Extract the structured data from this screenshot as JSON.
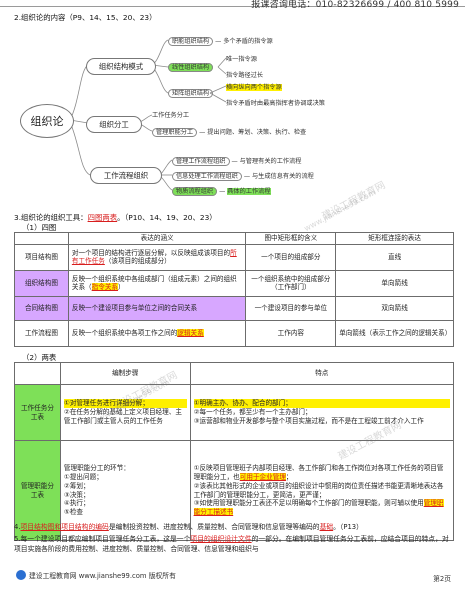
{
  "header": {
    "hotline": "报课咨询电话：010-82326699 / 400 810 5999"
  },
  "section2": {
    "title": "2.组织论的内容（P9、14、15、20、23）",
    "center": "组织论",
    "branch_structure": {
      "label": "组织结构模式",
      "leaf1": "职能组织结构",
      "leaf1_note": "多个矛盾的指令源",
      "leaf2": "线性组织结构",
      "leaf2a": "唯一指令源",
      "leaf2b": "指令路径过长",
      "leaf3": "矩阵组织结构",
      "leaf3a": "横向纵向两个指令源",
      "leaf3b": "指令矛盾时由最高指挥者协调或决策"
    },
    "branch_division": {
      "label": "组织分工",
      "leaf1": "工作任务分工",
      "leaf2": "管理职能分工",
      "leaf2_note": "提出问题、筹划、决策、执行、检查"
    },
    "branch_process": {
      "label": "工作流程组织",
      "leaf1": "管理工作流程组织",
      "leaf1_note": "与管理有关的工作流程",
      "leaf2": "信息处理工作流程组织",
      "leaf2_note": "与生成信息有关的流程",
      "leaf3": "物质流程组织",
      "leaf3_note": "具体的工作流程"
    }
  },
  "section3": {
    "title_prefix": "3.组织论的组织工具：",
    "title_highlight": "四图两表",
    "title_suffix": "。（P10、14、19、20、23）",
    "sub1": "（1）四图",
    "four_table": {
      "headers": [
        "",
        "表达的涵义",
        "图中矩形框的含义",
        "矩形框连接的表达"
      ],
      "rows": [
        {
          "name": "项目结构图",
          "meaning_a": "对一个项目的结构进行逐层分解，以反映组成该项目的",
          "meaning_b": "所有工作任务",
          "meaning_c": "（该项目的组成部分）",
          "box": "一个项目的组成部分",
          "link": "直线"
        },
        {
          "name": "组织结构图",
          "meaning_a": "反映一个组织系统中各组成部门（组成元素）之间的组织关系（",
          "meaning_b": "指令关系",
          "meaning_c": "）",
          "box": "一个组织系统中的组成部分（工作部门）",
          "link": "单向箭线"
        },
        {
          "name": "合同结构图",
          "meaning_a": "反映一个建设项目参与单位之间的合同关系",
          "meaning_b": "",
          "meaning_c": "",
          "box": "一个建设项目的参与单位",
          "link": "双向箭线"
        },
        {
          "name": "工作流程图",
          "meaning_a": "反映一个组织系统中各项工作之间的",
          "meaning_b": "逻辑关系",
          "meaning_c": "",
          "box": "工作内容",
          "link": "单向箭线（表示工作之间的逻辑关系）"
        }
      ]
    },
    "sub2": "（2）两表",
    "two_table": {
      "headers": [
        "",
        "编制步骤",
        "特点"
      ],
      "row1": {
        "name": "工作任务分工表",
        "steps": [
          "①对管理任务进行详细分解；",
          "②在任务分解的基础上定义项目经理、主管工作部门或主管人员的工作任务"
        ],
        "features": [
          "①明确主办、协办、配合的部门；",
          "②每一个任务，都至少有一个主办部门；",
          "③运营部和物业开发部参与整个项目实施过程，而不是在工程竣工前才介入工作"
        ]
      },
      "row2": {
        "name": "管理职能分工表",
        "steps": [
          "管理职能分工的环节：",
          "①提出问题；",
          "②筹划；",
          "③决策；",
          "④执行；",
          "⑤检查"
        ],
        "features": [
          "①反映项目管理班子内部项目经理、各工作部门和各工作岗位对各项工作任务的项目管理职能分工，也",
          "可用于企业管理",
          "；",
          "②该表比其他形式的企业或项目的组织设计中惯用的岗位责任描述书能更清晰地表达各工作部门的管理职能分工，更简洁，更严谨；",
          "③如使用管理职能分工表还不足以明确每个工作部门的管理职能，则可辅以使用",
          "管理职能分工描述书"
        ]
      }
    }
  },
  "para4": {
    "num": "4.",
    "a": "项目结构图和项目结构的编码",
    "b": "是编制投资控制、进度控制、质量控制、合同管理和信息管理等编码的",
    "c": "基础",
    "d": "。（P13）"
  },
  "para5": {
    "a": "5.每一个建设项目都应编制项目管理任务分工表，这是一个",
    "b": "项目的组织设计文件",
    "c": "的一部分。在编制项目管理任务分工表前，应结合项目的特点，对项目实施各阶段的费用控制、进度控制、质量控制、合同管理、信息管理和组织与"
  },
  "footer": {
    "logo": "建设工程教育网 www.jianshe99.com 版权所有",
    "page": "第2页"
  },
  "watermarks": [
    "建设工程教育网",
    "www.jianshe99.com"
  ]
}
